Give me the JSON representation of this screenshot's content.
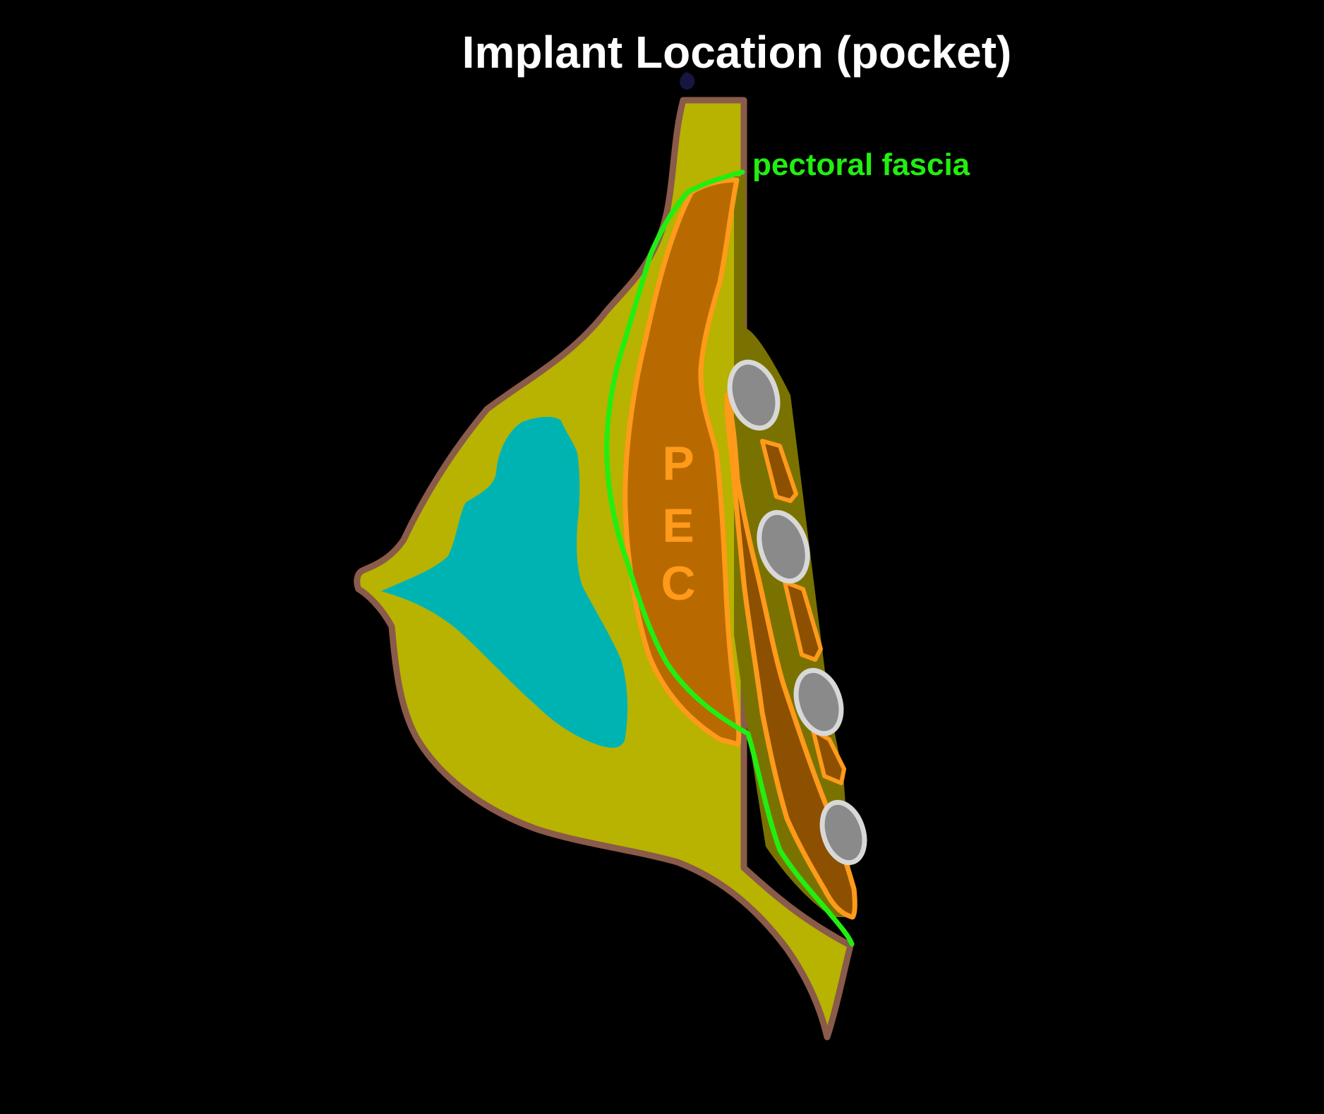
{
  "title": "Implant Location (pocket)",
  "labels": {
    "fascia": "pectoral fascia",
    "pec_letters": [
      "P",
      "E",
      "C"
    ]
  },
  "colors": {
    "background": "#000000",
    "title": "#ffffff",
    "breast_tissue": "#b7b300",
    "skin_outline": "#8a5a4a",
    "gland": "#00b3b3",
    "chest_wall": "#7a7200",
    "pectoral_muscle": "#b86a00",
    "intercostal_muscle": "#8c5000",
    "muscle_outline": "#ff9a1a",
    "fascia_line": "#22ee11",
    "fascia_label": "#22ee11",
    "pec_label": "#ff9a1a",
    "rib": "#8a8a8a",
    "rib_outline": "#d8d8d8"
  }
}
